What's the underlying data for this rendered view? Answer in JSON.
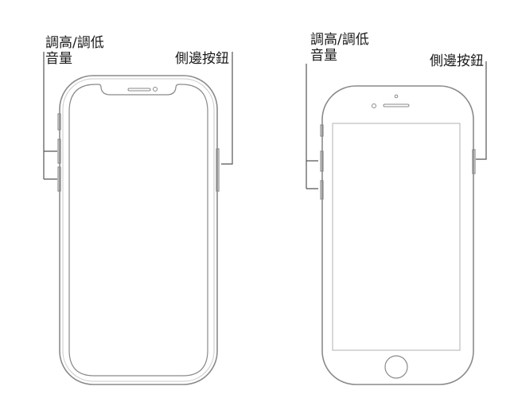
{
  "left_device": {
    "volume_label_line1": "調高/調低",
    "volume_label_line2": "音量",
    "side_button_label": "側邊按鈕"
  },
  "right_device": {
    "volume_label_line1": "調高/調低",
    "volume_label_line2": "音量",
    "side_button_label": "側邊按鈕"
  },
  "colors": {
    "outline": "#8a8a8a",
    "text": "#1a1a1a"
  }
}
